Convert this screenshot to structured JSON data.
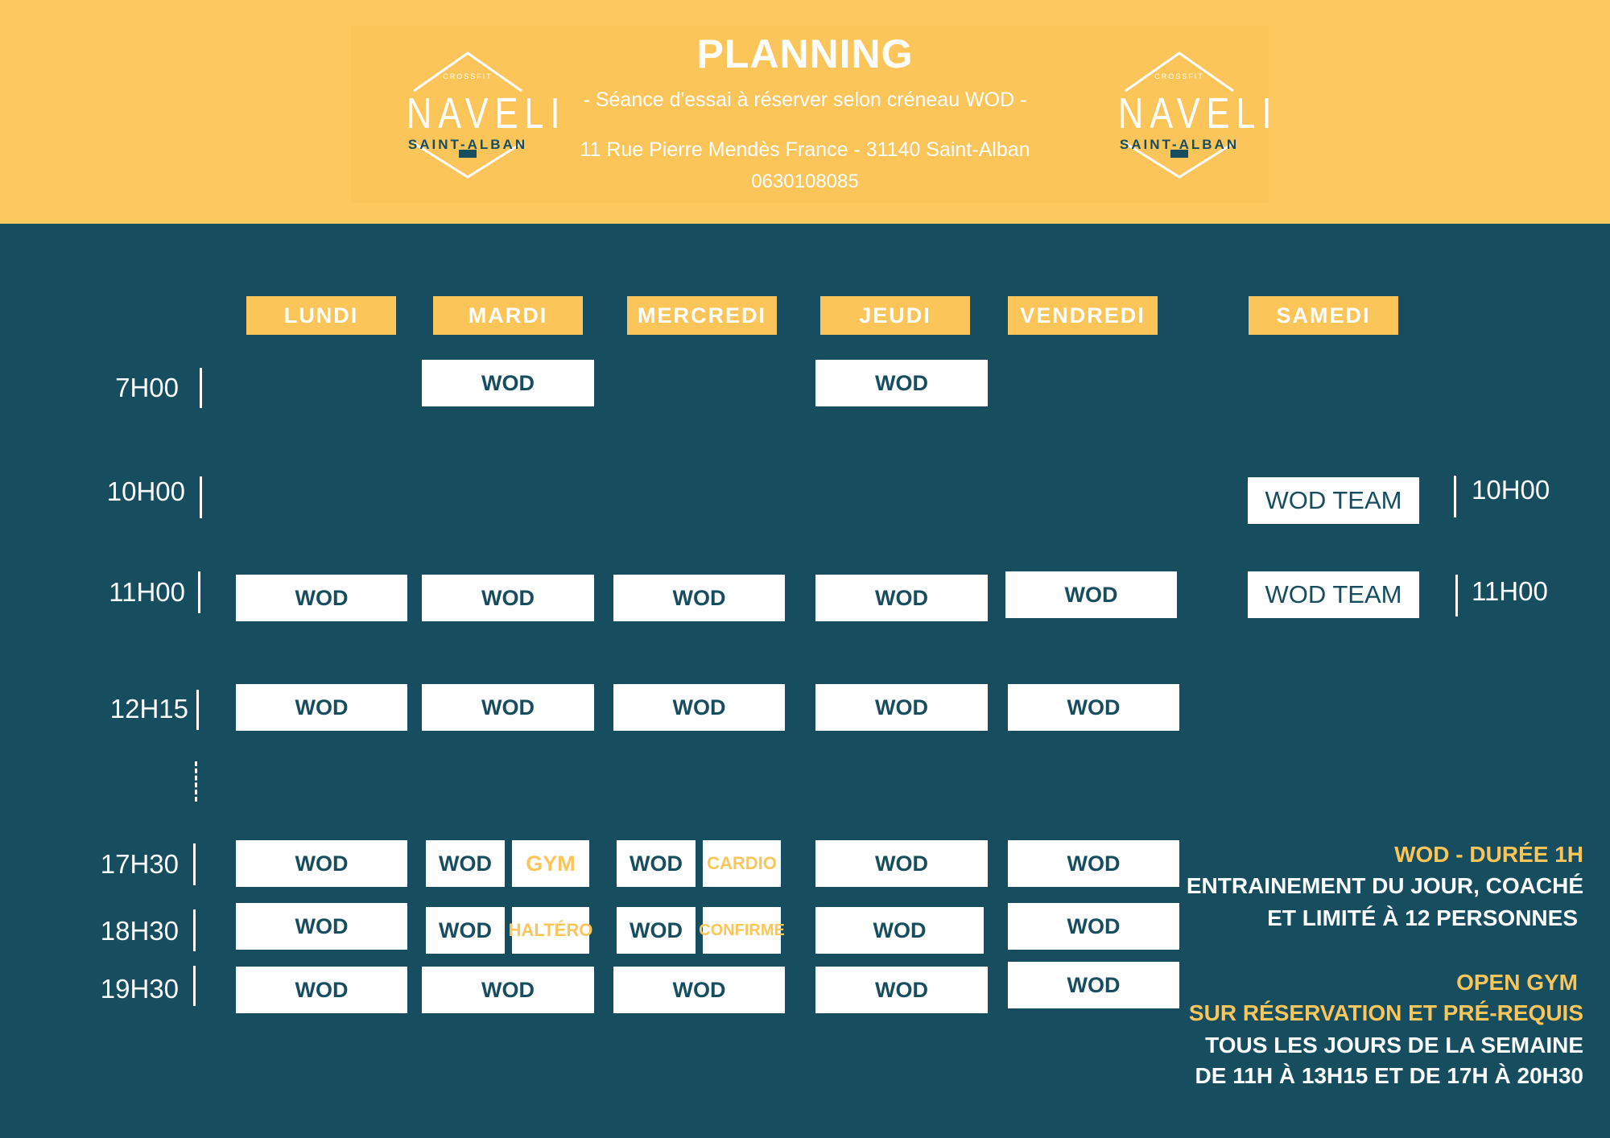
{
  "header": {
    "title": "PLANNING",
    "subtitle": "- Séance d'essai à réserver selon créneau WOD -",
    "address": "11 Rue Pierre Mendès France - 31140 Saint-Alban",
    "phone": "0630108085",
    "logo": {
      "small": "CROSSFIT",
      "name": "NAVELI",
      "city": "SAINT-ALBAN"
    }
  },
  "days": [
    "LUNDI",
    "MARDI",
    "MERCREDI",
    "JEUDI",
    "VENDREDI",
    "SAMEDI"
  ],
  "times_left": [
    "7H00",
    "10H00",
    "11H00",
    "12H15",
    "17H30",
    "18H30",
    "19H30"
  ],
  "times_right": [
    "10H00",
    "11H00"
  ],
  "slots": {
    "wod": "WOD",
    "wod_team": "WOD TEAM",
    "gym": "GYM",
    "cardio": "CARDIO",
    "haltero": "HALTÉRO",
    "confirme": "CONFIRME"
  },
  "legend": {
    "wod_title": "WOD - DURÉE 1H",
    "wod_line1": "ENTRAINEMENT DU JOUR, COACHÉ",
    "wod_line2": "ET LIMITÉ À 12 PERSONNES",
    "open_title": "OPEN GYM",
    "open_sub": "SUR RÉSERVATION ET PRÉ-REQUIS",
    "open_line1": "TOUS LES JOURS DE LA SEMAINE",
    "open_line2": "DE 11H À 13H15 ET DE 17H À 20H30"
  },
  "colors": {
    "background": "#164d5f",
    "accent": "#fcc55a",
    "white": "#ffffff"
  }
}
